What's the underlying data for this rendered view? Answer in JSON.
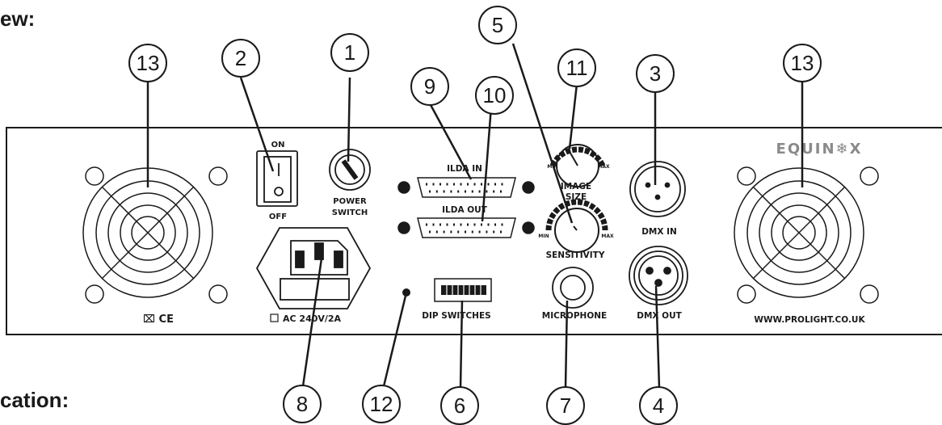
{
  "headings": {
    "top": "ew:",
    "bottom": "cation:"
  },
  "panel": {
    "brand": "EQUIN❄X",
    "website": "WWW.PROLIGHT.CO.UK",
    "cert_marks": "⌧ CE",
    "switch_on": "ON",
    "switch_off": "OFF",
    "power_switch": [
      "POWER",
      "SWITCH"
    ],
    "ac_rating": "AC 240V/2A",
    "ilda_in": "ILDA IN",
    "ilda_out": "ILDA OUT",
    "image_size": [
      "IMAGE",
      "SIZE"
    ],
    "sensitivity": "SENSITIVITY",
    "knob_min": "MIN",
    "knob_max": "MAX",
    "dip_switches": "DIP SWITCHES",
    "microphone": "MICROPHONE",
    "dmx_in": "DMX IN",
    "dmx_out": "DMX OUT"
  },
  "callouts": {
    "c1": "1",
    "c2": "2",
    "c3": "3",
    "c4": "4",
    "c5": "5",
    "c6": "6",
    "c7": "7",
    "c8": "8",
    "c9": "9",
    "c10": "10",
    "c11": "11",
    "c12": "12",
    "c13a": "13",
    "c13b": "13"
  },
  "colors": {
    "ink": "#1a1a1a",
    "panel_bg": "#ffffff"
  }
}
